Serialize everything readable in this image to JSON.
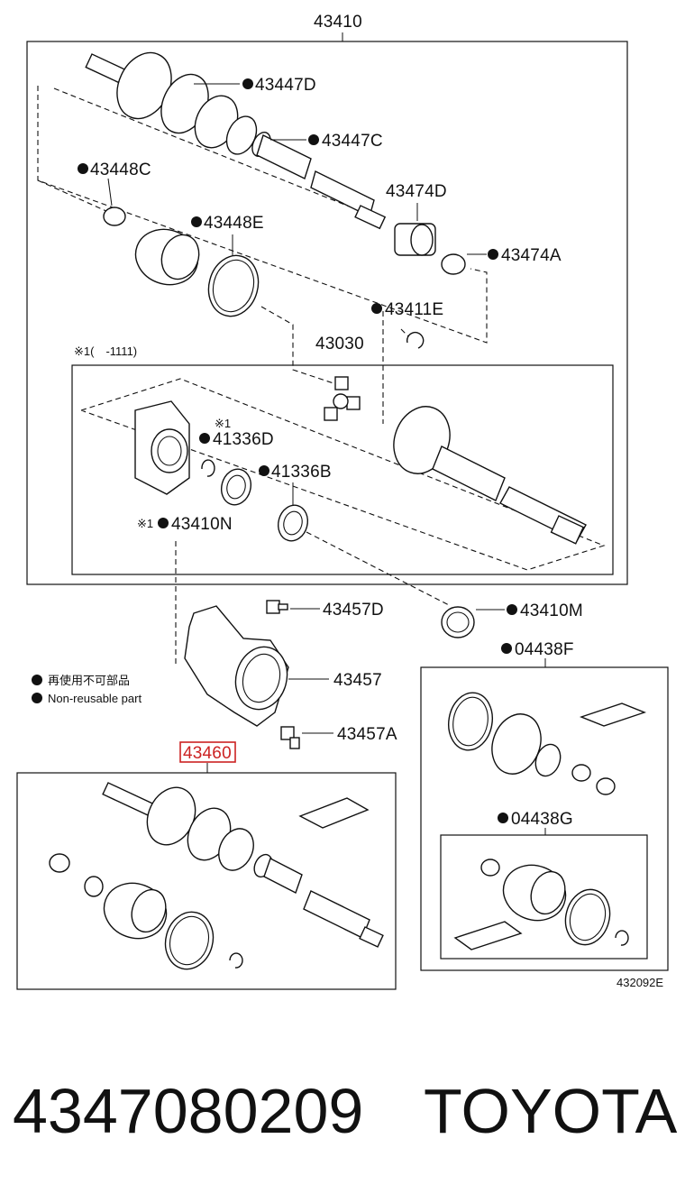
{
  "labels": {
    "assy_top": "43410",
    "boot_clamp_1": "43447D",
    "boot_clamp_2": "43447C",
    "clamp_left": "43448C",
    "clamp_band": "43448E",
    "damper": "43474D",
    "damper_clamp": "43474A",
    "snap_ring": "43411E",
    "inboard_joint": "43030",
    "note_ref": "※1(　-1111)",
    "seal_d": "41336D",
    "seal_b": "41336B",
    "note_mark_1": "※1",
    "note_mark_2": "※1",
    "hole_snap": "43410N",
    "bolt_d": "43457D",
    "bracket": "43457",
    "bolt_a": "43457A",
    "seal_m": "43410M",
    "boot_kit_f": "04438F",
    "boot_kit_g": "04438G",
    "highlighted_part": "43460",
    "diagram_code": "432092E"
  },
  "legend": {
    "line_jp": "再使用不可部品",
    "line_en": "Non-reusable part"
  },
  "footer": {
    "part_number": "4347080209",
    "brand": "TOYOTA"
  },
  "colors": {
    "highlight_box": "#cc2222",
    "ink": "#111111"
  }
}
